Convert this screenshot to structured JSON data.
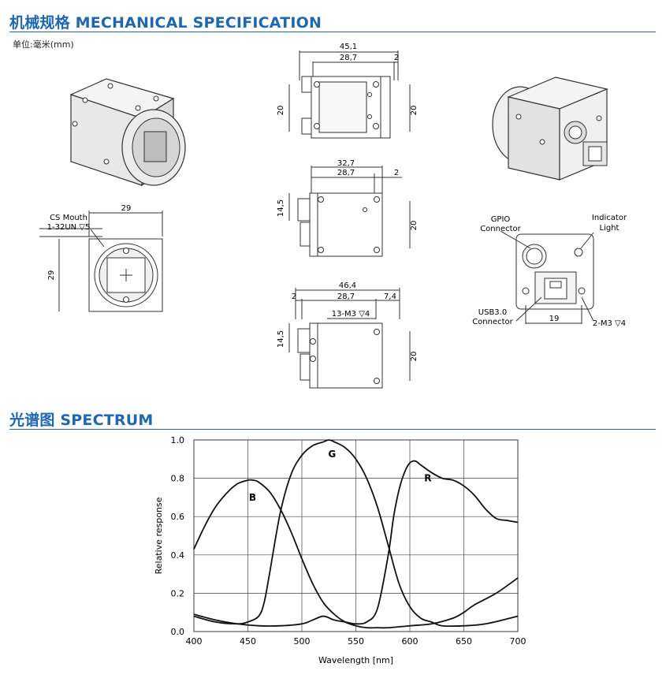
{
  "mechanical": {
    "title": "机械规格 MECHANICAL SPECIFICATION",
    "unit": "单位:毫米(mm)",
    "top_view": {
      "overall": "45,1",
      "inner": "28,7",
      "edge": "2",
      "left_h": "20",
      "right_h": "20"
    },
    "side_view": {
      "overall": "32,7",
      "inner": "28,7",
      "edge": "2",
      "left_h": "14,5",
      "right_h": "20"
    },
    "bottom_view": {
      "overall": "46,4",
      "left_edge": "2",
      "inner": "28,7",
      "right_edge": "7,4",
      "hole_note": "13-M3 ▽4",
      "left_h": "14,5",
      "right_h": "20"
    },
    "front_view": {
      "mouth_label_1": "CS Mouth",
      "mouth_label_2": "1-32UN ▽5",
      "width": "29",
      "height": "29"
    },
    "rear_view": {
      "gpio_1": "GPIO",
      "gpio_2": "Connector",
      "indicator_1": "Indicator",
      "indicator_2": "Light",
      "usb_1": "USB3.0",
      "usb_2": "Connector",
      "spacing": "19",
      "hole_note": "2-M3 ▽4"
    }
  },
  "spectrum": {
    "title": "光谱图    SPECTRUM"
  },
  "chart_data": {
    "type": "line",
    "title": "",
    "xlabel": "Wavelength [nm]",
    "ylabel": "Relative response",
    "xlim": [
      400,
      700
    ],
    "ylim": [
      0,
      1.0
    ],
    "x_ticks": [
      400,
      450,
      500,
      550,
      600,
      650,
      700
    ],
    "y_ticks": [
      "0.0",
      "0.2",
      "0.4",
      "0.6",
      "0.8",
      "1.0"
    ],
    "grid": true,
    "series": [
      {
        "name": "B",
        "x": [
          400,
          410,
          420,
          430,
          440,
          450,
          455,
          460,
          470,
          480,
          490,
          500,
          510,
          520,
          530,
          540,
          550,
          560,
          570,
          580,
          600,
          620,
          640,
          650,
          660,
          680,
          700
        ],
        "values": [
          0.43,
          0.55,
          0.65,
          0.72,
          0.77,
          0.79,
          0.79,
          0.78,
          0.73,
          0.64,
          0.52,
          0.38,
          0.25,
          0.15,
          0.09,
          0.05,
          0.03,
          0.02,
          0.02,
          0.02,
          0.03,
          0.04,
          0.07,
          0.1,
          0.14,
          0.2,
          0.28
        ]
      },
      {
        "name": "G",
        "x": [
          400,
          420,
          440,
          450,
          460,
          465,
          470,
          480,
          490,
          500,
          510,
          520,
          525,
          530,
          540,
          550,
          560,
          570,
          580,
          590,
          600,
          610,
          620,
          630,
          650,
          670,
          700
        ],
        "values": [
          0.08,
          0.05,
          0.04,
          0.05,
          0.08,
          0.15,
          0.3,
          0.62,
          0.82,
          0.92,
          0.97,
          0.99,
          1.0,
          0.99,
          0.96,
          0.9,
          0.8,
          0.65,
          0.45,
          0.25,
          0.13,
          0.07,
          0.05,
          0.03,
          0.03,
          0.04,
          0.08
        ]
      },
      {
        "name": "R",
        "x": [
          400,
          420,
          440,
          460,
          480,
          500,
          510,
          520,
          530,
          540,
          550,
          560,
          570,
          580,
          585,
          590,
          595,
          600,
          605,
          610,
          620,
          630,
          640,
          650,
          660,
          670,
          680,
          690,
          700
        ],
        "values": [
          0.09,
          0.06,
          0.04,
          0.03,
          0.03,
          0.04,
          0.06,
          0.08,
          0.06,
          0.05,
          0.04,
          0.05,
          0.12,
          0.4,
          0.6,
          0.74,
          0.83,
          0.88,
          0.89,
          0.87,
          0.83,
          0.8,
          0.79,
          0.76,
          0.71,
          0.64,
          0.59,
          0.58,
          0.57
        ]
      }
    ]
  }
}
